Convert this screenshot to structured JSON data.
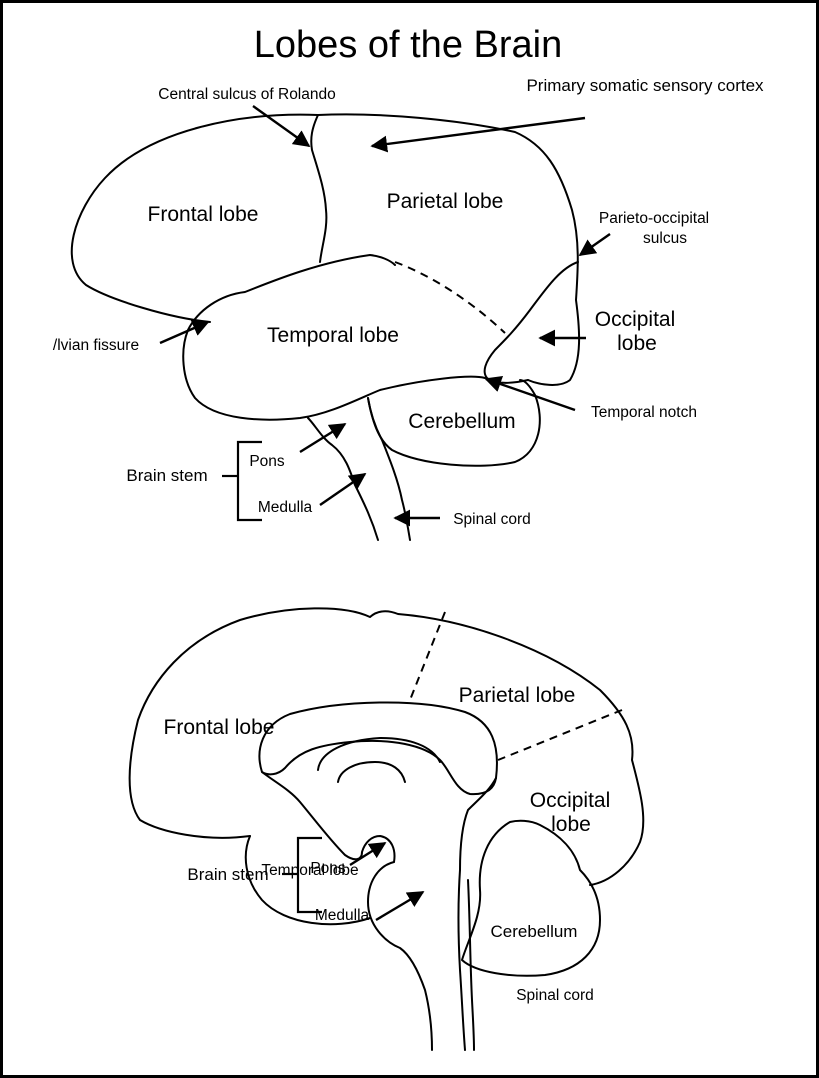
{
  "title": "Lobes of the Brain",
  "lateral_view": {
    "labels": {
      "central_sulcus": "Central sulcus of Rolando",
      "primary_sensory": "Primary somatic sensory cortex",
      "frontal": "Frontal lobe",
      "parietal": "Parietal lobe",
      "parieto_occipital_1": "Parieto-occipital",
      "parieto_occipital_2": "sulcus",
      "occipital_1": "Occipital",
      "occipital_2": "lobe",
      "sylvian": "/lvian fissure",
      "temporal": "Temporal lobe",
      "temporal_notch": "Temporal notch",
      "cerebellum": "Cerebellum",
      "brain_stem": "Brain stem",
      "pons": "Pons",
      "medulla": "Medulla",
      "spinal_cord": "Spinal cord"
    }
  },
  "medial_view": {
    "labels": {
      "frontal": "Frontal lobe",
      "parietal": "Parietal lobe",
      "occipital_1": "Occipital",
      "occipital_2": "lobe",
      "temporal": "Temporal lobe",
      "cerebellum": "Cerebellum",
      "brain_stem": "Brain stem",
      "pons": "Pons",
      "medulla": "Medulla",
      "spinal_cord": "Spinal cord"
    }
  }
}
